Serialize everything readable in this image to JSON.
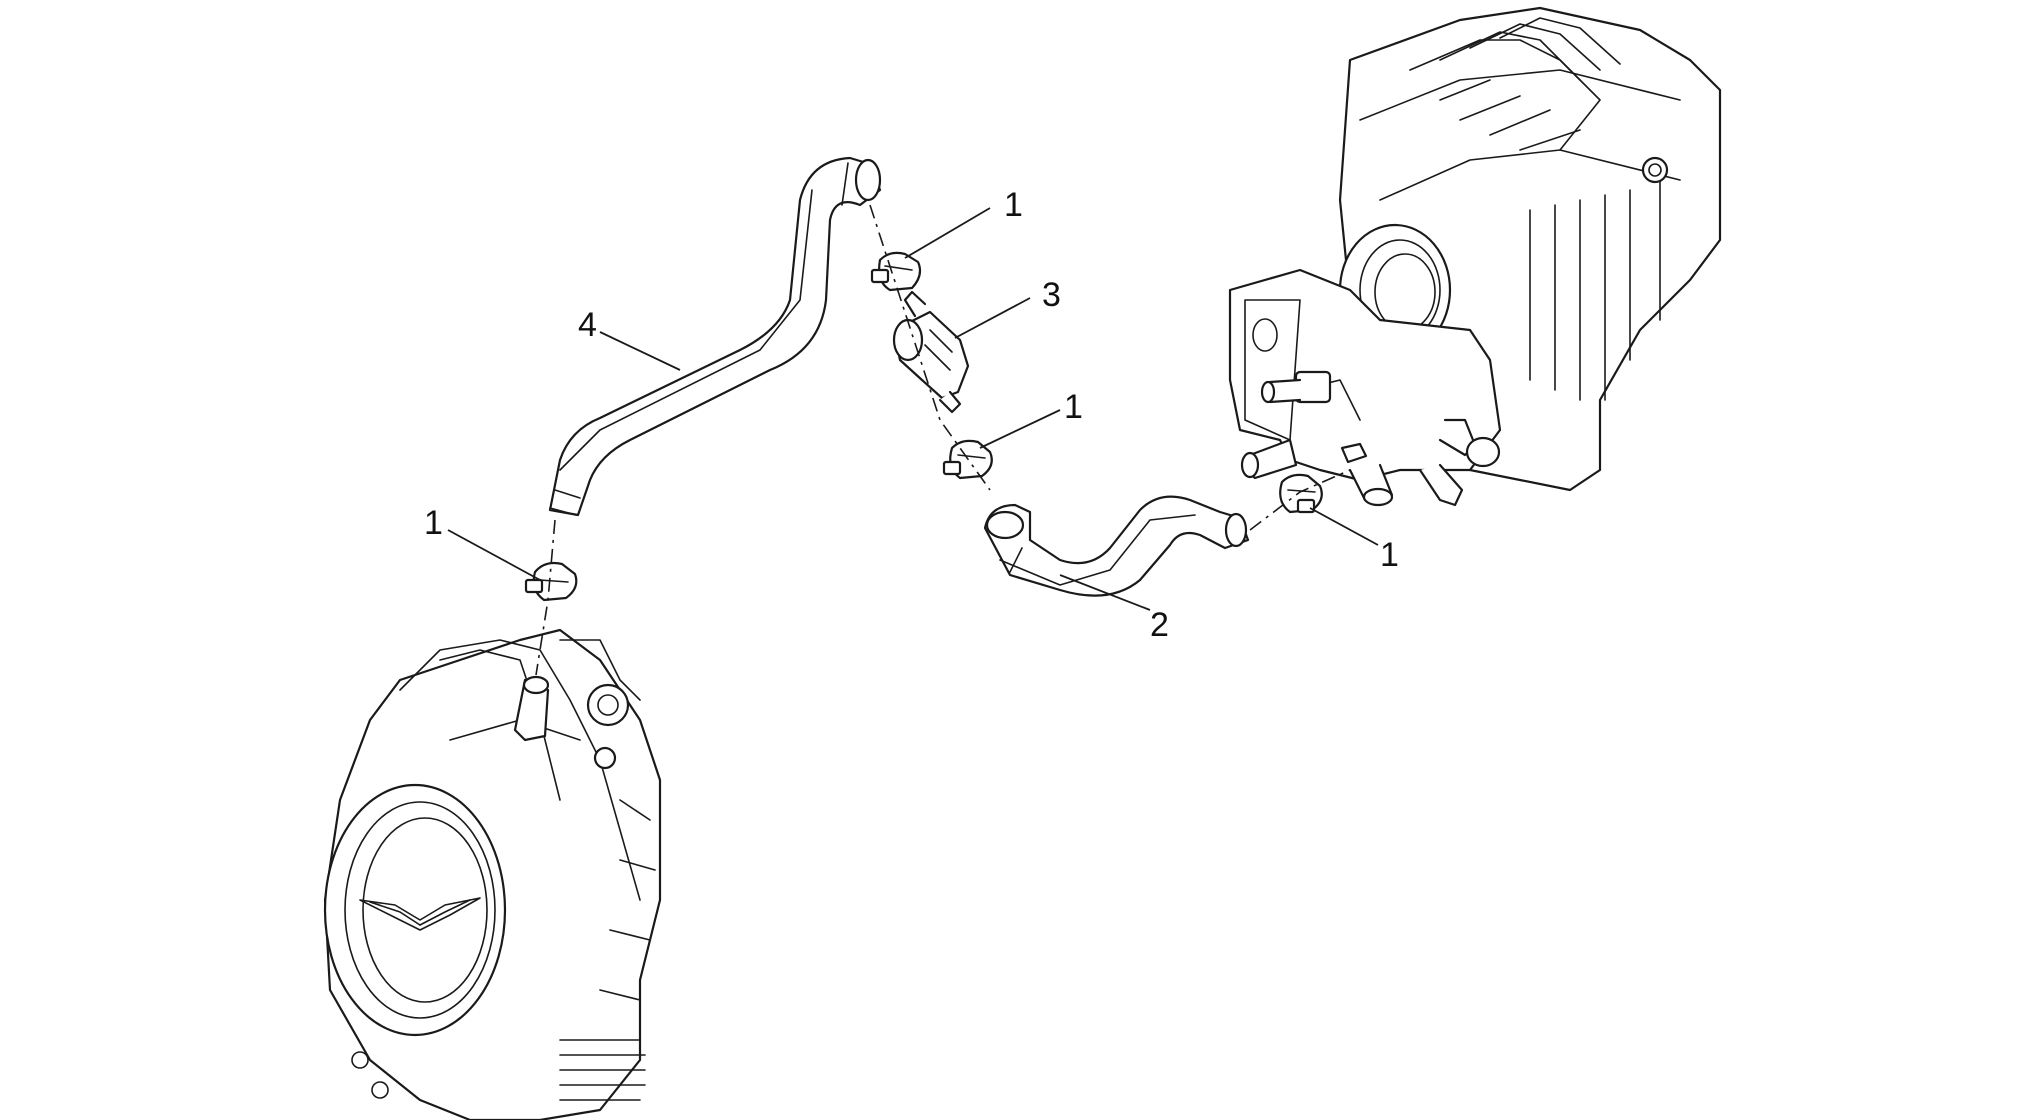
{
  "diagram": {
    "callouts": [
      {
        "id": "clamp-top",
        "label": "1"
      },
      {
        "id": "valve",
        "label": "3"
      },
      {
        "id": "hose-long",
        "label": "4"
      },
      {
        "id": "clamp-mid",
        "label": "1"
      },
      {
        "id": "clamp-left",
        "label": "1"
      },
      {
        "id": "clamp-right",
        "label": "1"
      },
      {
        "id": "hose-short",
        "label": "2"
      }
    ]
  }
}
